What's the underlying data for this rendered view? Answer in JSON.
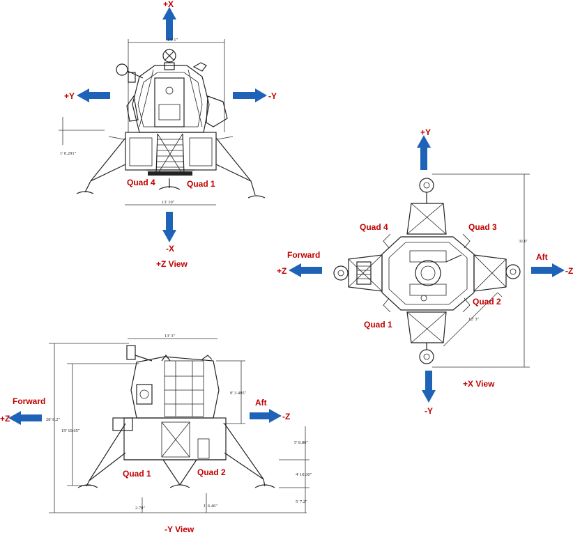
{
  "zview": {
    "title": "+Z View",
    "axis_top": "+X",
    "axis_bottom": "-X",
    "axis_left": "+Y",
    "axis_right": "-Y",
    "quad_left": "Quad 4",
    "quad_right": "Quad 1",
    "dim_top": "14' 1\"",
    "dim_bottom": "13' 10\"",
    "dim_left": "1' 0.291\""
  },
  "xview": {
    "title": "+X View",
    "axis_top": "+Y",
    "axis_bottom": "-Y",
    "axis_left": "+Z",
    "axis_right": "-Z",
    "forward": "Forward",
    "aft": "Aft",
    "quad_tl": "Quad 4",
    "quad_tr": "Quad 3",
    "quad_br": "Quad 2",
    "quad_bl": "Quad 1",
    "dim_overall": "31.0'",
    "dim_diag": "12' 3\""
  },
  "yview": {
    "title": "-Y View",
    "axis_left": "+Z",
    "axis_right": "-Z",
    "forward": "Forward",
    "aft": "Aft",
    "quad_left": "Quad 1",
    "quad_right": "Quad 2",
    "dim_top": "13' 3\"",
    "dim_overall": "28' 8.2\"",
    "dim_inner": "19' 10.65\"",
    "dim_ascent": "9' 3.495\"",
    "dim_r1": "5' 8.86\"",
    "dim_r2": "4' 10.30\"",
    "dim_r3": "5' 7.2\"",
    "dim_b1": "2.70\"",
    "dim_b2": "1' 6.46\""
  }
}
